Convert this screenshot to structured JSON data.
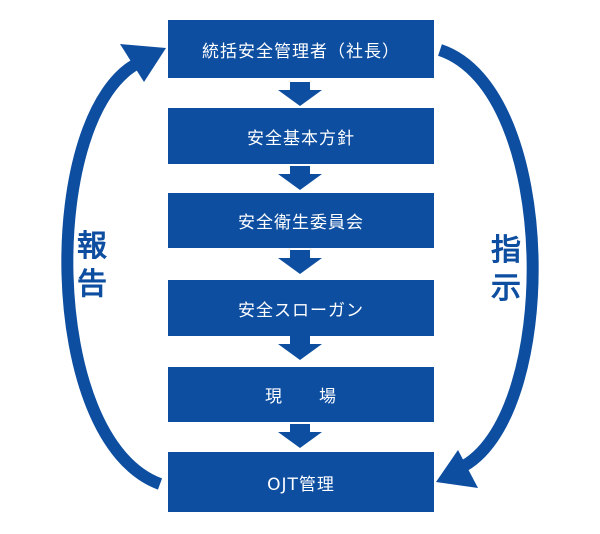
{
  "flow_steps": [
    "統括安全管理者（社長）",
    "安全基本方針",
    "安全衛生委員会",
    "安全スローガン",
    "現　　場",
    "OJT管理"
  ],
  "side_labels": {
    "left": [
      "報",
      "告"
    ],
    "right": [
      "指",
      "示"
    ]
  },
  "colors": {
    "primary": "#0d4ea1",
    "background": "#ffffff",
    "box_text": "#ffffff"
  }
}
